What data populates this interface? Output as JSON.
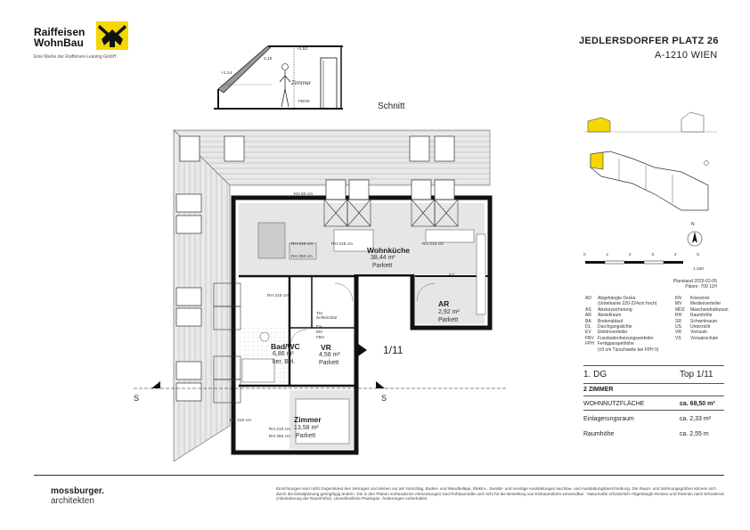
{
  "logo": {
    "line1": "Raiffeisen",
    "line2": "WohnBau",
    "tagline": "Eine Marke der Raiffeisen-Leasing GmbH.",
    "icon": "crossed-gables-icon",
    "accent": "#f5d800"
  },
  "address": {
    "line1": "JEDLERSDORFER PLATZ 26",
    "line2": "A-1210 WIEN"
  },
  "section": {
    "label": "Schnitt",
    "height_top": "+2,52",
    "height_2": "2,15",
    "height_3": "+1,14",
    "room": "Zimmer",
    "fbok": "FBOK"
  },
  "rooms": {
    "kitchen": {
      "name": "Wohnküche",
      "area": "38,44 m²",
      "floor": "Parkett"
    },
    "ar": {
      "name": "AR",
      "area": "2,92 m²",
      "floor": "Parkett"
    },
    "bath": {
      "name": "Bad/WC",
      "area": "6,86 m²",
      "floor": "ker. Bel."
    },
    "vr": {
      "name": "VR",
      "area": "4,58 m²",
      "floor": "Parkett"
    },
    "zimmer": {
      "name": "Zimmer",
      "area": "13,58 m²",
      "floor": "Parkett"
    }
  },
  "plan_labels": {
    "kn50": "KN 50 cm",
    "rh210a": "RH 210 cm",
    "rh215a": "RH 215 cm",
    "rh215b": "RH 215 cm",
    "rh250": "RH 250 cm",
    "rh215v": "RH 215 cm",
    "rh210z": "RH 210 cm",
    "rh250z": "RH 250 cm",
    "rh210b": "RH 210 cm",
    "ks": "KS",
    "door": "Tür Schleichtür",
    "ev": "EV",
    "mv": "MV",
    "fbv": "FBV",
    "unit_ref": "1/11",
    "section_s": "S"
  },
  "legend": [
    {
      "k": "AD",
      "v": "Abgehängte Decke"
    },
    {
      "k": "",
      "v": "(Unterkante 220-224cm hoch)"
    },
    {
      "k": "AS",
      "v": "Absturzsicherung"
    },
    {
      "k": "AR",
      "v": "Abstellraum"
    },
    {
      "k": "BA",
      "v": "Bodenablauf"
    },
    {
      "k": "DL",
      "v": "Durchgangslichte"
    },
    {
      "k": "EV",
      "v": "Elektroverteiler"
    },
    {
      "k": "FBV",
      "v": "Fussbodenheizungsverteiler"
    },
    {
      "k": "FPH",
      "v": "Fertigparapethöhe"
    },
    {
      "k": "",
      "v": "(±3 cm Türschwelle bei FPH 0)"
    }
  ],
  "legend2": [
    {
      "k": "KN",
      "v": "Kniestock"
    },
    {
      "k": "MV",
      "v": "Medienverteiler"
    },
    {
      "k": "MDZ",
      "v": "Maschendrahtzaun"
    },
    {
      "k": "RH",
      "v": "Raumhöhe"
    },
    {
      "k": "SR",
      "v": "Schwinkraum"
    },
    {
      "k": "US",
      "v": "Unterzicht"
    },
    {
      "k": "VR",
      "v": "Vorraum"
    },
    {
      "k": "VS",
      "v": "Vorsatzschale"
    }
  ],
  "scale": {
    "ticks": [
      "0",
      "1",
      "2",
      "3",
      "4",
      "5"
    ],
    "label": "1:100"
  },
  "planinfo": {
    "line1": "Planstand 2025-02-05",
    "line2": "Plannr: 709   11H"
  },
  "unit": {
    "floor": "1. DG",
    "top": "Top 1/11",
    "type": "2 ZIMMER",
    "rows": [
      {
        "label": "WOHNNUTZFLÄCHE",
        "value": "ca. 68,50 m²"
      },
      {
        "label": "Einlagerungsraum",
        "value": "ca.  2,33  m²"
      },
      {
        "label": "Raumhöhe",
        "value": "ca. 2,55 m"
      }
    ]
  },
  "footer": {
    "text": "Einrichtungen sind nicht Gegenstand des Vertrages und dienen nur als Vorschlag. Boden- und Wandbeläge, Elektro-, Sanitär- und sonstige Ausstattungen laut Bau- und Ausstattungsbeschreibung. Die Raum- und Wohnungsgrößen können sich durch die Detailplanung geringfügig ändern. Die in den Plänen vorhandenen Abmessungen sind Rohbaumaße und nicht für die Bestellung von Einbaumöbeln verwendbar - Naturmaße erforderlich! Abgehängte Decken und Poterien nach Erfordernis (Abminderung der Raumhöhe). Unverbindliche Plankopie. Änderungen vorbehalten."
  },
  "architect": {
    "line1": "mossburger.",
    "line2": "architekten"
  },
  "compass": {
    "letter": "N"
  }
}
